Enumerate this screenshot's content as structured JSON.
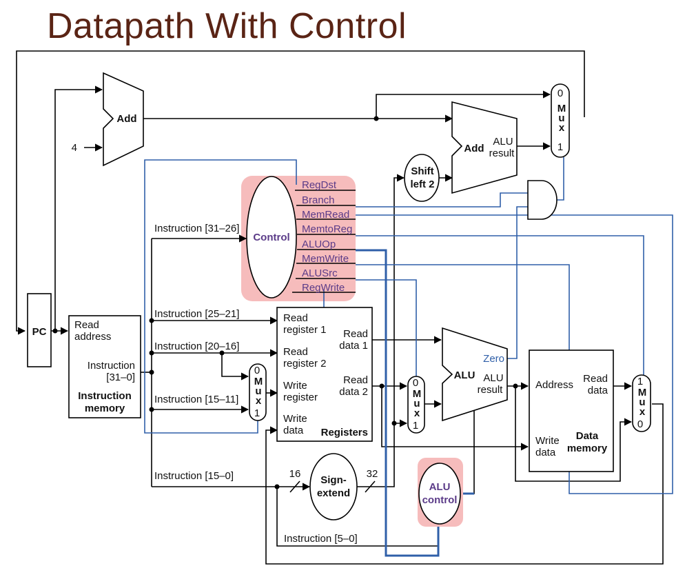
{
  "title": "Datapath With Control",
  "labels": {
    "pc": "PC",
    "add": "Add",
    "four": "4",
    "add2": "Add",
    "alu_result_top": "ALU",
    "alu_result_bot": "result",
    "shift_top": "Shift",
    "shift_bot": "left 2",
    "mux_m": "M",
    "mux_u": "u",
    "mux_x": "x",
    "zero_digit": "0",
    "one_digit": "1",
    "control": "Control",
    "instr_31_26": "Instruction [31–26]",
    "instr_25_21": "Instruction [25–21]",
    "instr_20_16": "Instruction [20–16]",
    "instr_15_11": "Instruction [15–11]",
    "instr_15_0": "Instruction [15–0]",
    "instr_5_0": "Instruction [5–0]",
    "im_read": "Read",
    "im_address": "address",
    "im_instruction": "Instruction",
    "im_range": "[31–0]",
    "im_title1": "Instruction",
    "im_title2": "memory",
    "rr1a": "Read",
    "rr1b": "register 1",
    "rr2a": "Read",
    "rr2b": "register 2",
    "wra": "Write",
    "wrb": "register",
    "wda": "Write",
    "wdb": "data",
    "rd1a": "Read",
    "rd1b": "data 1",
    "rd2a": "Read",
    "rd2b": "data 2",
    "registers": "Registers",
    "alu": "ALU",
    "alu_res_a": "ALU",
    "alu_res_b": "result",
    "zero": "Zero",
    "dm_address": "Address",
    "dm_read_a": "Read",
    "dm_read_b": "data",
    "dm_write_a": "Write",
    "dm_write_b": "data",
    "dm_title1": "Data",
    "dm_title2": "memory",
    "sixteen": "16",
    "thirtytwo": "32",
    "sign_a": "Sign-",
    "sign_b": "extend",
    "aluc_a": "ALU",
    "aluc_b": "control"
  },
  "control_signals": [
    "RegDst",
    "Branch",
    "MemRead",
    "MemtoReg",
    "ALUOp",
    "MemWrite",
    "ALUSrc",
    "RegWrite"
  ],
  "colors": {
    "title": "#5a2415",
    "control_wire": "#2f5fa8",
    "highlight": "#f6bcbc",
    "control_text": "#5b3b88"
  }
}
